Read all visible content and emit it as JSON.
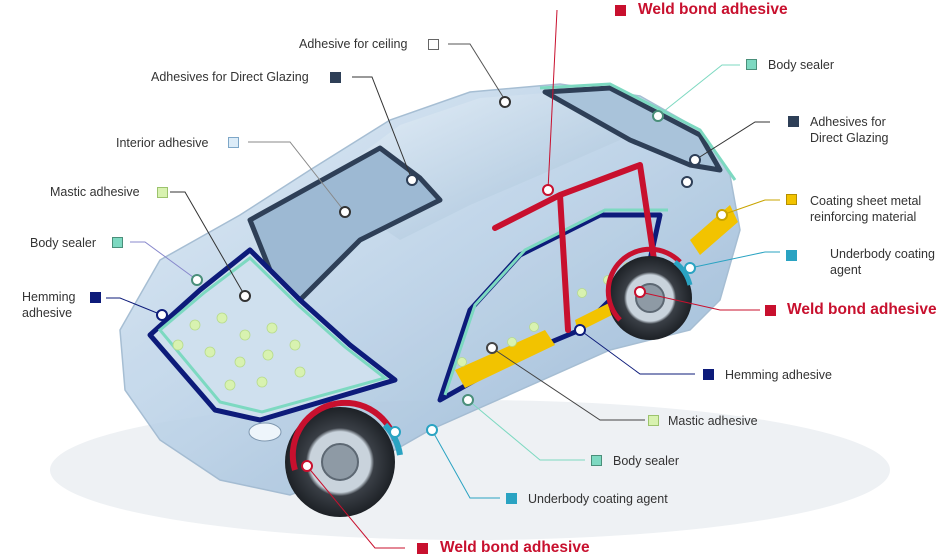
{
  "colors": {
    "weld_bond": "#c8102e",
    "hemming": "#0d1b7a",
    "direct_glazing": "#2e3f57",
    "ceiling": "#ffffff",
    "interior": "#dcecf8",
    "mastic": "#d8f2b0",
    "body_sealer": "#7dd9c1",
    "coating_sheet": "#f2c300",
    "underbody": "#2aa3c2"
  },
  "labels": {
    "weld_top": "Weld bond adhesive",
    "ceiling": "Adhesive for ceiling",
    "glazing_left": "Adhesives for Direct Glazing",
    "interior": "Interior adhesive",
    "mastic_left": "Mastic adhesive",
    "sealer_left": "Body sealer",
    "hemming_left": "Hemming adhesive",
    "sealer_top_right": "Body sealer",
    "glazing_right": "Adhesives for Direct Glazing",
    "coating_sheet": "Coating sheet metal reinforcing material",
    "underbody_right": "Underbody coating agent",
    "weld_right": "Weld bond adhesive",
    "hemming_right": "Hemming adhesive",
    "mastic_bottom": "Mastic adhesive",
    "sealer_bottom": "Body sealer",
    "underbody_bottom": "Underbody coating agent",
    "weld_bottom": "Weld bond adhesive"
  }
}
